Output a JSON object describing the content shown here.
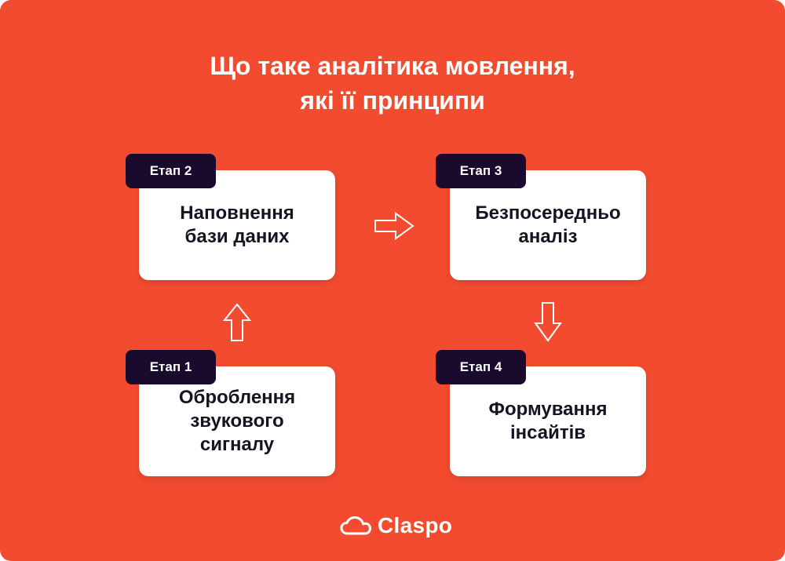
{
  "title": {
    "line1": "Що таке аналітика мовлення,",
    "line2": "які її принципи"
  },
  "steps": [
    {
      "badge": "Етап 1",
      "lines": [
        "Оброблення",
        "звукового",
        "сигналу"
      ]
    },
    {
      "badge": "Етап 2",
      "lines": [
        "Наповнення",
        "бази даних"
      ]
    },
    {
      "badge": "Етап 3",
      "lines": [
        "Безпосередньо",
        "аналіз"
      ]
    },
    {
      "badge": "Етап 4",
      "lines": [
        "Формування",
        "інсайтів"
      ]
    }
  ],
  "logo": {
    "text": "Claspo"
  },
  "colors": {
    "background": "#f24b2f",
    "badge": "#1a0b2e",
    "box": "#ffffff",
    "text": "#141321"
  }
}
